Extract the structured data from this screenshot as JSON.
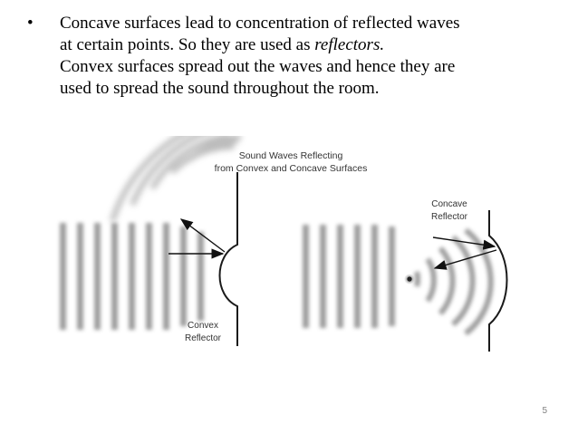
{
  "bullet": {
    "marker": "•",
    "line1": "Concave surfaces lead to concentration of reflected waves",
    "line2_prefix": "at certain points. So they are used as ",
    "line2_italic": "reflectors.",
    "line3": "Convex surfaces spread out the waves and hence they are",
    "line4": "used to spread the sound throughout the room."
  },
  "figure": {
    "title_line1": "Sound Waves Reflecting",
    "title_line2": "from Convex and Concave Surfaces",
    "convex_label_line1": "Convex",
    "convex_label_line2": "Reflector",
    "concave_label_line1": "Concave",
    "concave_label_line2": "Reflector",
    "colors": {
      "wave": "#8c8c8c",
      "reflector": "#1a1a1a",
      "arrow": "#111111",
      "text": "#333333"
    }
  },
  "footer": {
    "page_number": "5"
  }
}
